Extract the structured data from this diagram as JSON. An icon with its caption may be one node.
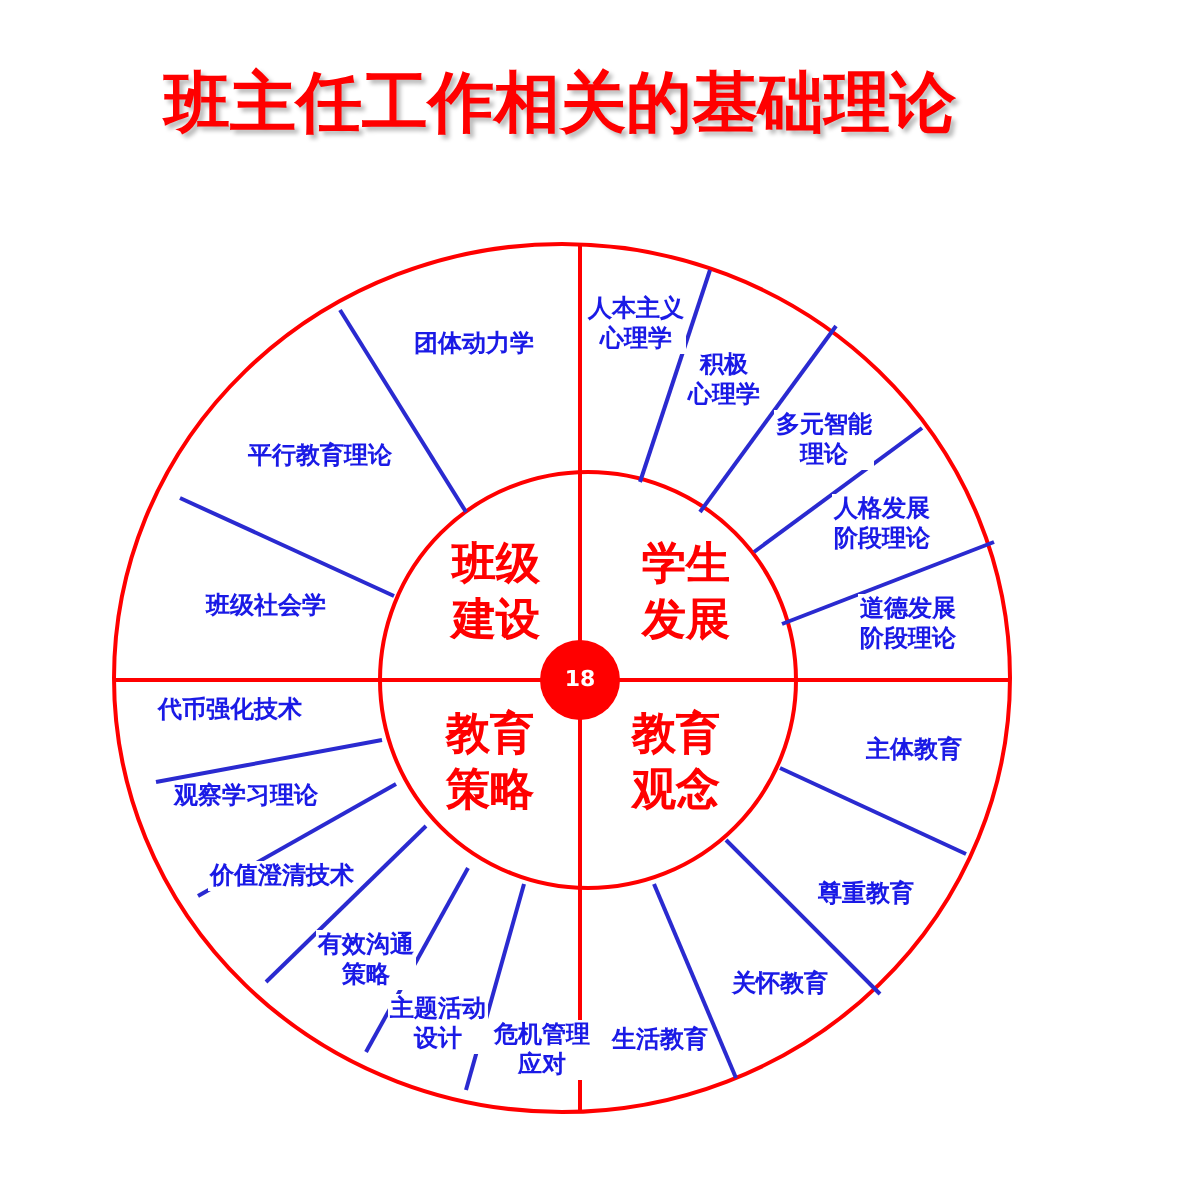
{
  "diagram": {
    "title": "班主任工作相关的基础理论",
    "nodes": [
      {
        "text": [
          "18"
        ]
      },
      {
        "text": [
          "班级建设"
        ]
      },
      {
        "text": [
          "学生发展"
        ]
      },
      {
        "text": [
          "教育策略"
        ]
      },
      {
        "text": [
          "教育观念"
        ]
      },
      {
        "text": [
          "团体动力学"
        ]
      },
      {
        "text": [
          "平行教育理论"
        ]
      },
      {
        "text": [
          "班级社会学"
        ]
      },
      {
        "text": [
          "人本主义心理学"
        ]
      },
      {
        "text": [
          "积极心理学"
        ]
      },
      {
        "text": [
          "多元智能理论"
        ]
      },
      {
        "text": [
          "人格发展阶段理论"
        ]
      },
      {
        "text": [
          "道德发展阶段理论"
        ]
      },
      {
        "text": [
          "代币强化技术"
        ]
      },
      {
        "text": [
          "观察学习理论"
        ]
      },
      {
        "text": [
          "价值澄清技术"
        ]
      },
      {
        "text": [
          "有效沟通策略"
        ]
      },
      {
        "text": [
          "主题活动设计"
        ]
      },
      {
        "text": [
          "危机管理应对"
        ]
      },
      {
        "text": [
          "主体教育"
        ]
      },
      {
        "text": [
          "尊重教育"
        ]
      },
      {
        "text": [
          "关怀教育"
        ]
      },
      {
        "text": [
          "生活教育"
        ]
      }
    ]
  }
}
